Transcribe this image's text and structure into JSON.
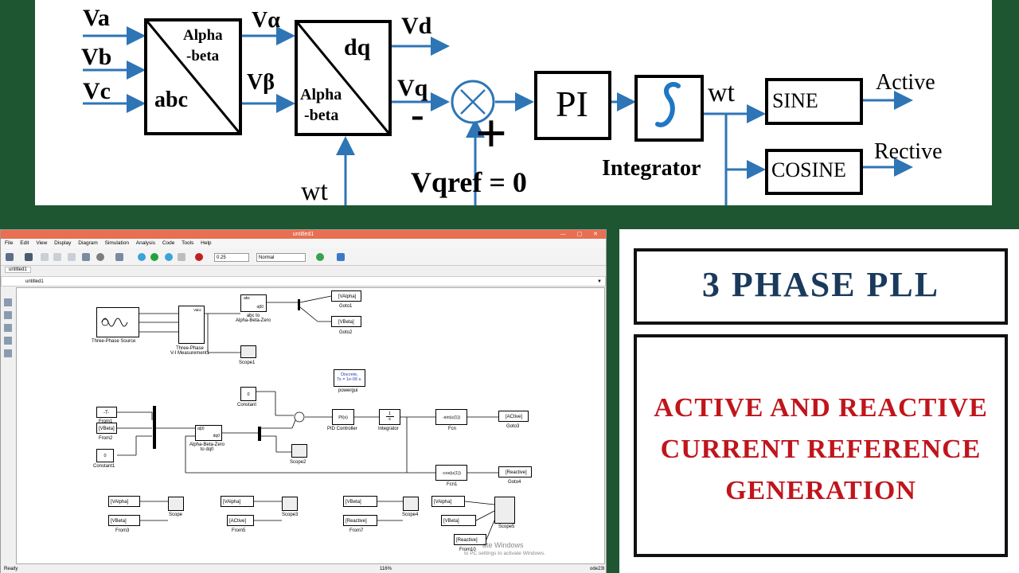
{
  "diagram": {
    "inputs": [
      "Va",
      "Vb",
      "Vc"
    ],
    "clarke_block": {
      "top": "Alpha",
      "top2": "-beta",
      "bottom": "abc"
    },
    "alpha_out": "Vα",
    "beta_out": "Vβ",
    "park_block": {
      "top": "dq",
      "bottom": "Alpha",
      "bottom2": "-beta"
    },
    "vd": "Vd",
    "vq": "Vq",
    "minus": "-",
    "plus": "+",
    "vqref": "Vqref = 0",
    "pi": "PI",
    "integrator_label": "Integrator",
    "wt_out": "wt",
    "wt_in": "wt",
    "sine": "SINE",
    "cosine": "COSINE",
    "active": "Active",
    "reactive": "Rective"
  },
  "simulink": {
    "window_title": "untitled1",
    "menu": [
      "File",
      "Edit",
      "View",
      "Display",
      "Diagram",
      "Simulation",
      "Analysis",
      "Code",
      "Tools",
      "Help"
    ],
    "stop_time": "0.25",
    "sim_mode": "Normal",
    "tab": "untitled1",
    "address": "untitled1",
    "status_left": "Ready",
    "status_zoom": "116%",
    "status_solver": "ode23t",
    "watermark1": "ate Windows",
    "watermark2": "to PC settings to activate Windows.",
    "blocks": {
      "source": "Three-Phase Source",
      "meas": "Three-Phase\nV-I Measurement1",
      "meas_top": "Vabc",
      "abc2ab": "abc to\nAlpha-Beta-Zero",
      "abc2ab_in": "abc",
      "abc2ab_out": "αβ0",
      "scope1": "Scope1",
      "goto1_tag": "[VAlpha]",
      "goto1": "Goto1",
      "goto2_tag": "[VBeta]",
      "goto2": "Goto2",
      "powergui_l1": "Discrete,",
      "powergui_l2": "Ts = 1e-06 s.",
      "powergui": "powergui",
      "from1_tag": "-T-",
      "from1": "From1",
      "from2_tag": "[VBeta]",
      "from2": "From2",
      "const1_val": "0",
      "const1": "Constant1",
      "ab2dq": "Alpha-Beta-Zero\nto dq0",
      "ab2dq_in": "αβ0",
      "ab2dq_out": "dq0",
      "scope2": "Scope2",
      "const_val": "0",
      "const": "Constant",
      "pid_val": "PI(s)",
      "pid": "PID Controller",
      "integ_top": "1",
      "integ_bot": "s",
      "integ": "Integrator",
      "fcn_val": "-sin(u(1))",
      "fcn": "Fcn",
      "goto3_tag": "[ACtive]",
      "goto3": "Goto3",
      "fcn1_val": "-cos(u(1))",
      "fcn1": "Fcn1",
      "goto4_tag": "[Reactive]",
      "goto4": "Goto4",
      "f3a": "[VAlpha]",
      "f3b": "[VBeta]",
      "from3": "From3",
      "scope": "Scope",
      "f5a": "[VAlpha]",
      "f5b": "[ACtive]",
      "from5": "From5",
      "scope3": "Scope3",
      "f7a": "[VBeta]",
      "f7b": "[Reactive]",
      "from7": "From7",
      "scope4": "Scope4",
      "f10a": "[VAlpha]",
      "f10b": "[VBeta]",
      "f10c": "[Reactive]",
      "from10": "From10",
      "scope5": "Scope5"
    }
  },
  "right_panel": {
    "title": "3 PHASE PLL",
    "line1": "ACTIVE AND REACTIVE",
    "line2": "CURRENT REFERENCE",
    "line3": "GENERATION"
  },
  "colors": {
    "background": "#1e5631",
    "arrow": "#2e75b6",
    "title_blue": "#1a3a5c",
    "title_red": "#c0151c"
  }
}
